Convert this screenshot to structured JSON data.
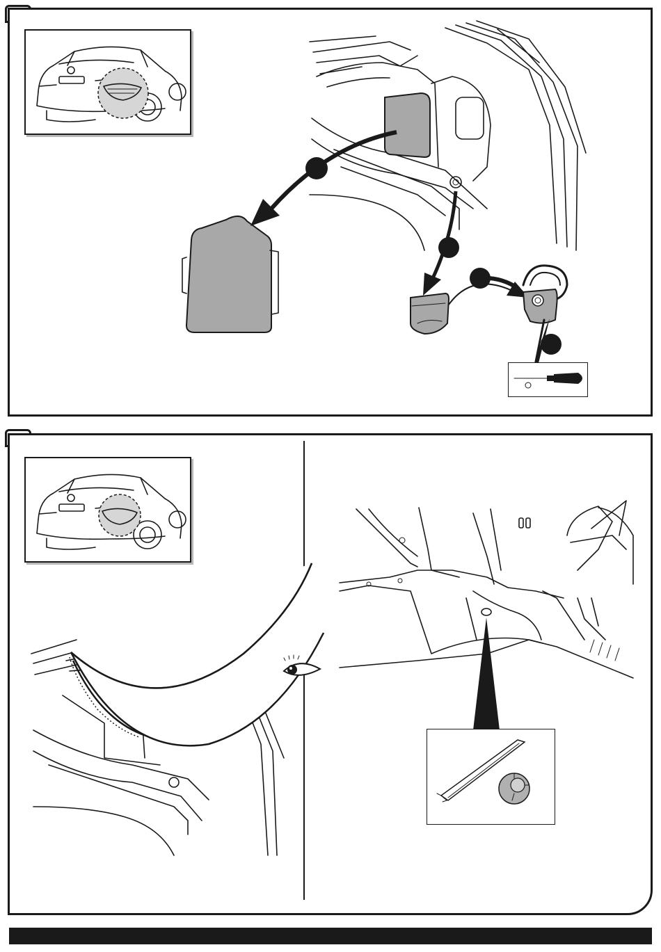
{
  "document": {
    "step_1": {
      "overview_thumbnail": "vehicle-rear-overview",
      "callouts": 4,
      "steps": [
        "remove-trunk-side-panel",
        "remove-cover-cap",
        "remove-lashing-eye",
        "unscrew-with-screwdriver"
      ]
    },
    "step_2": {
      "overview_thumbnail": "vehicle-rear-overview",
      "left_view": "trunk-interior-view",
      "right_view": "underbody-detail-view",
      "tools": [
        "trim-removal-tool",
        "plastic-clip"
      ]
    }
  },
  "icons": {
    "screwdriver": "screwdriver-icon",
    "eye": "eye-icon",
    "torx": "torx-icon"
  },
  "colors": {
    "line": "#1a1a1a",
    "part_fill": "#a8a8a8",
    "background": "#ffffff"
  }
}
